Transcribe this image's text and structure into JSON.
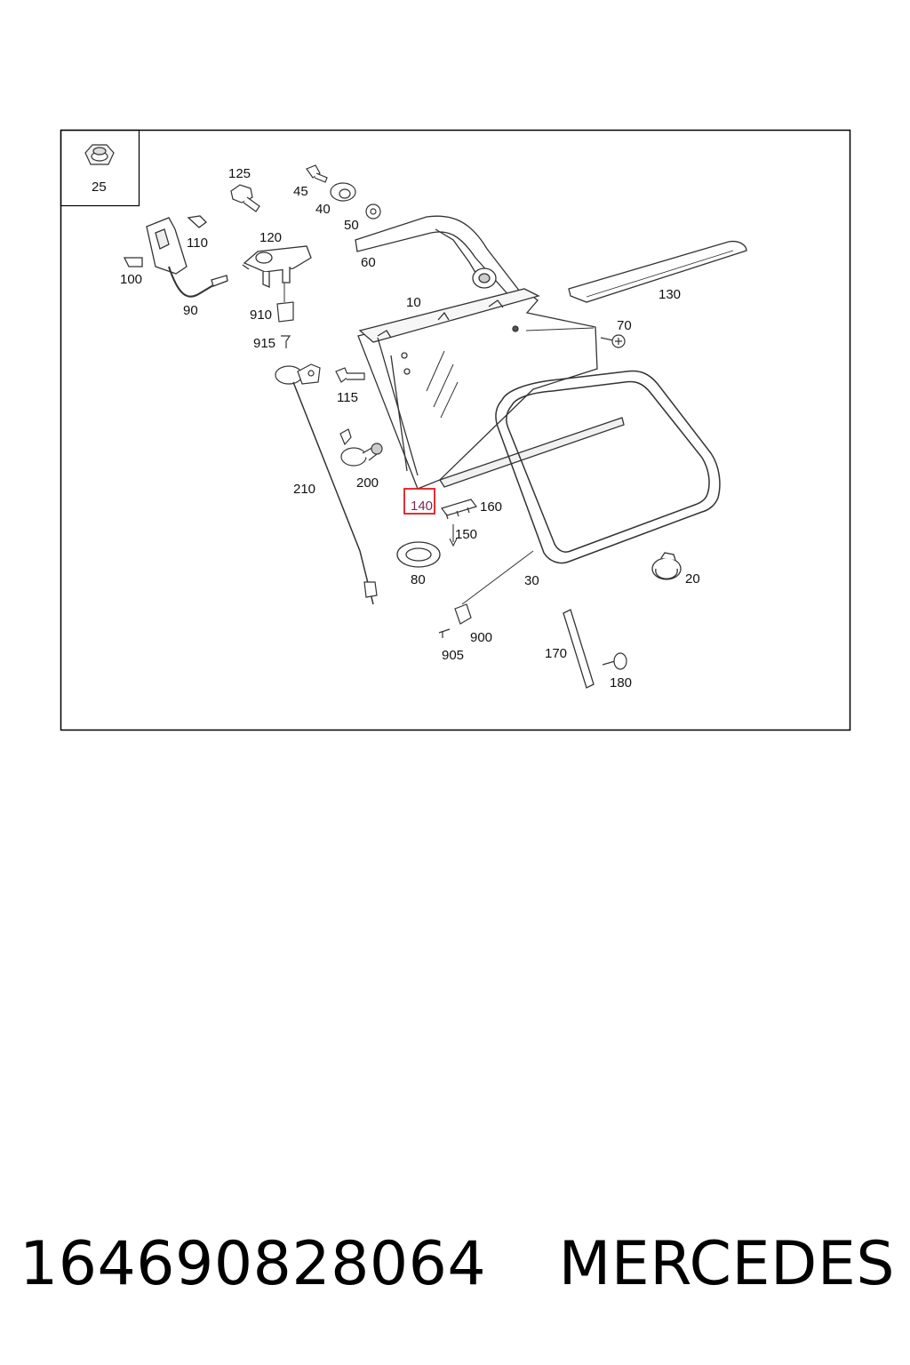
{
  "diagram": {
    "inset_label": "25",
    "highlighted_callout": "140",
    "callouts": {
      "p10": "10",
      "p20": "20",
      "p30": "30",
      "p40": "40",
      "p45": "45",
      "p50": "50",
      "p60": "60",
      "p70": "70",
      "p80": "80",
      "p90": "90",
      "p100": "100",
      "p110": "110",
      "p115": "115",
      "p120": "120",
      "p125": "125",
      "p130": "130",
      "p150": "150",
      "p160": "160",
      "p170": "170",
      "p180": "180",
      "p200": "200",
      "p210": "210",
      "p900": "900",
      "p905": "905",
      "p910": "910",
      "p915": "915"
    }
  },
  "footer": {
    "part_number": "164690828064",
    "brand": "MERCEDES"
  }
}
